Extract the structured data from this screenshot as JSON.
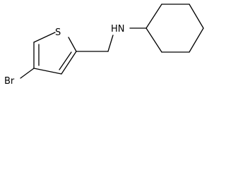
{
  "structure": {
    "atoms": {
      "sulfur": "S",
      "amine": "HN",
      "bromine": "Br"
    },
    "colors": {
      "bond": "#000000",
      "label": "#000000",
      "background": "#ffffff"
    }
  }
}
